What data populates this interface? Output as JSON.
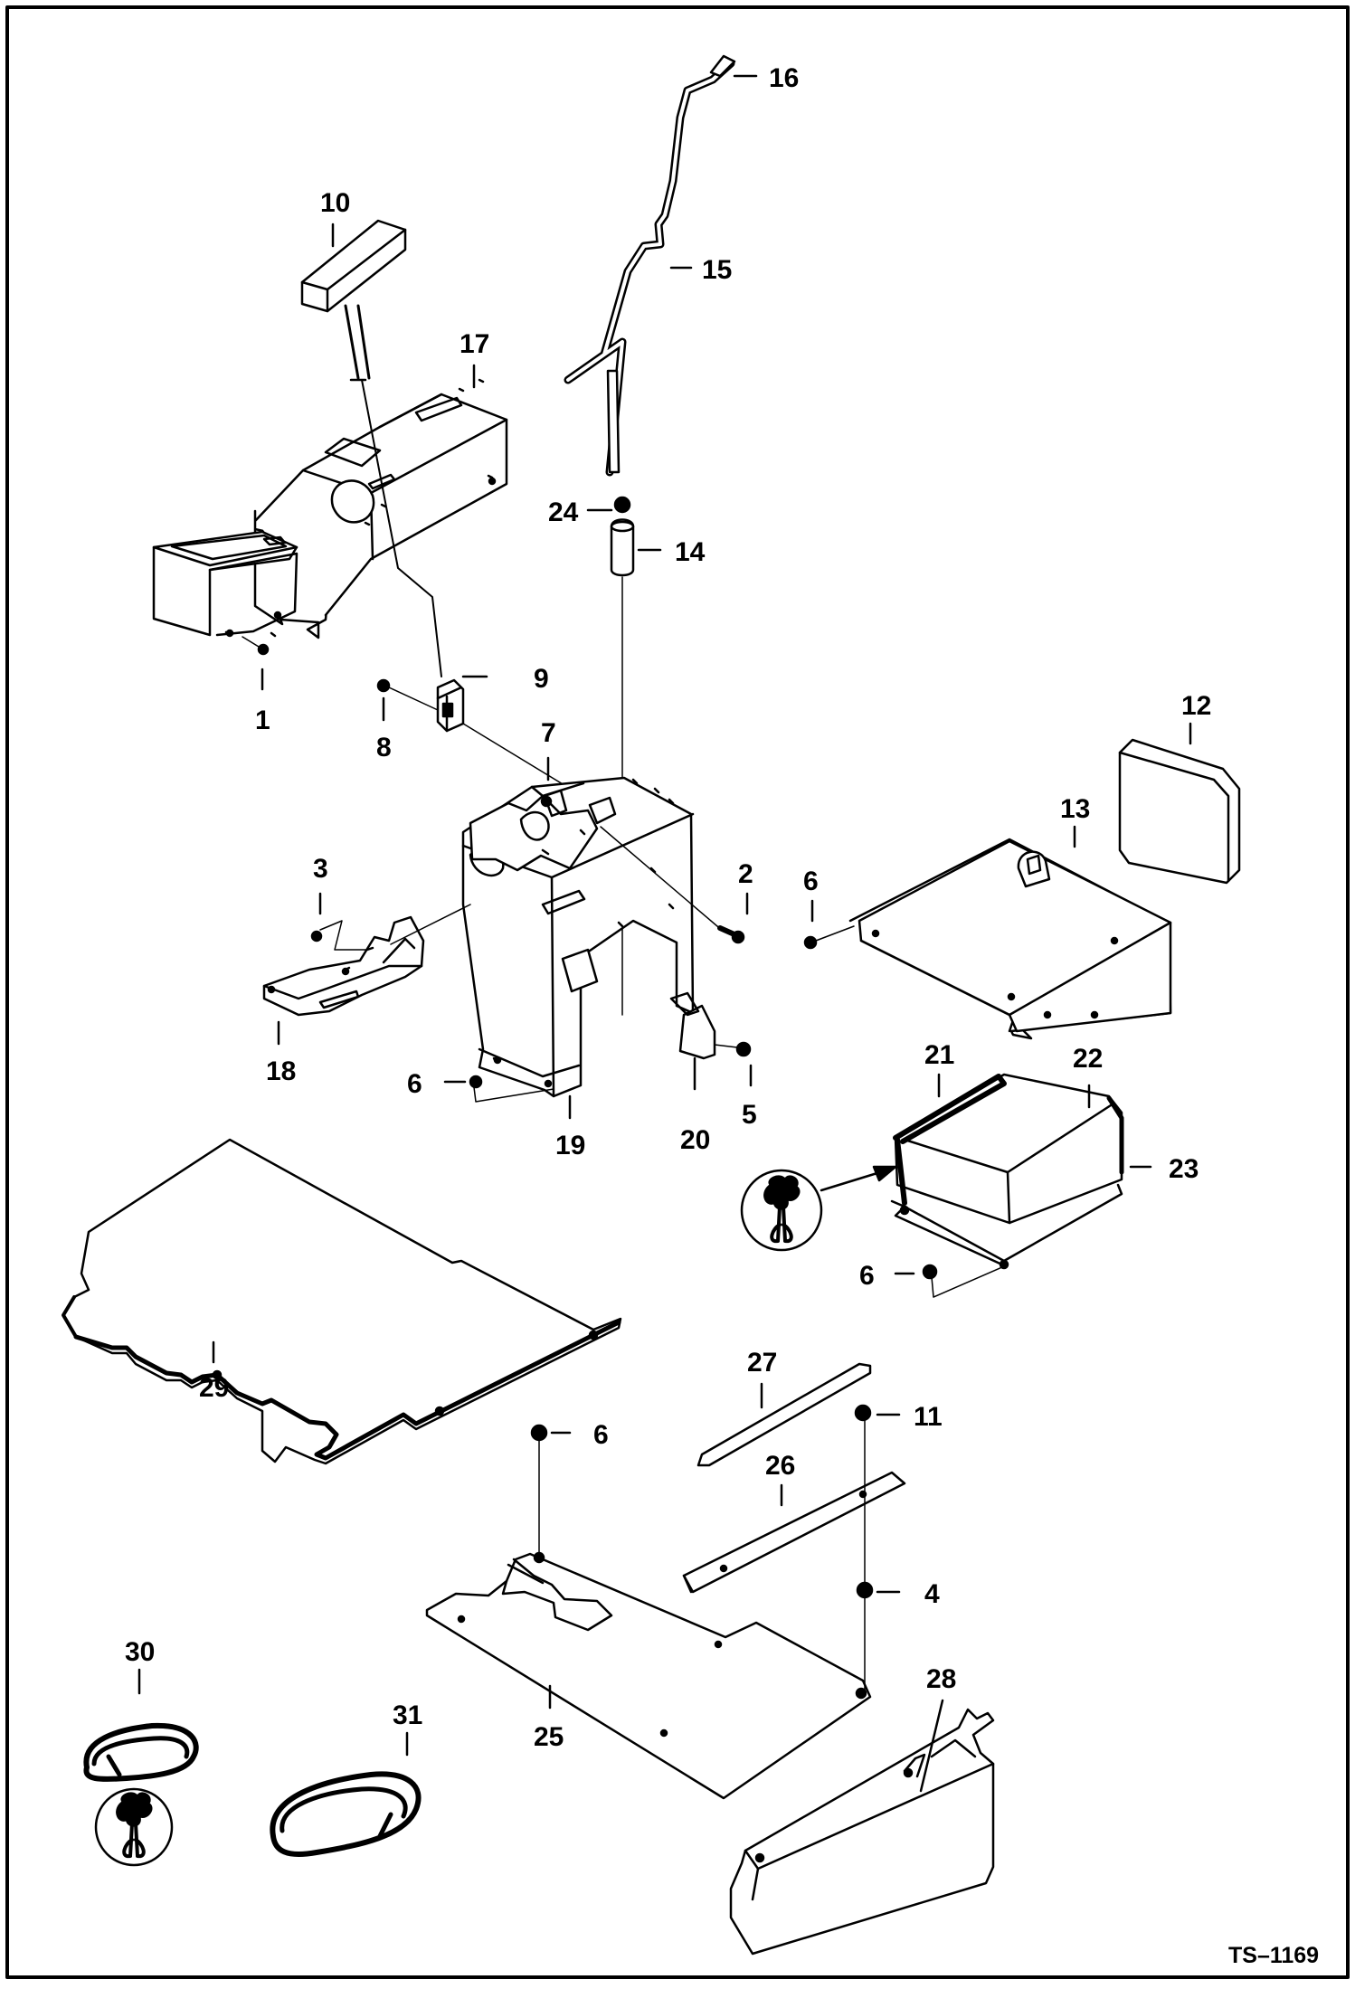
{
  "drawing": {
    "reference": "TS–1169",
    "callouts": [
      "1",
      "2",
      "3",
      "4",
      "5",
      "6",
      "7",
      "8",
      "9",
      "10",
      "11",
      "12",
      "13",
      "14",
      "15",
      "16",
      "17",
      "18",
      "19",
      "20",
      "21",
      "22",
      "23",
      "24",
      "25",
      "26",
      "27",
      "28",
      "29",
      "30",
      "31"
    ],
    "line_color": "#000000",
    "background": "#ffffff"
  }
}
